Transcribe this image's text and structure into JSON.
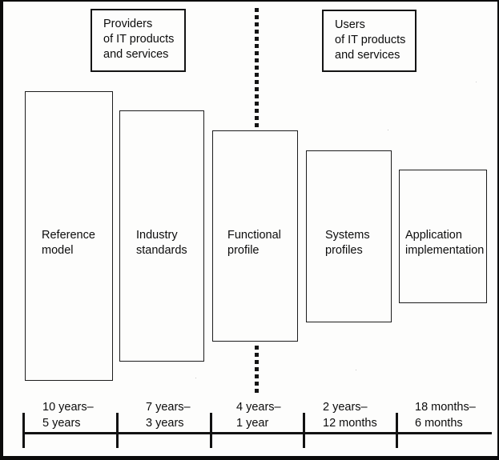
{
  "figure": {
    "title_semantic": "IT standardization lifecycle diagram",
    "colors": {
      "ink": "#0c0c0c",
      "background": "#fdfdfc"
    },
    "top_boxes": {
      "providers": {
        "lines": [
          "Providers",
          "of IT products",
          "and services"
        ]
      },
      "users": {
        "lines": [
          "Users",
          "of IT products",
          "and services"
        ]
      }
    },
    "stage_boxes": [
      {
        "id": "reference-model",
        "lines": [
          "Reference",
          "model"
        ]
      },
      {
        "id": "industry-standards",
        "lines": [
          "Industry",
          "standards"
        ]
      },
      {
        "id": "functional-profile",
        "lines": [
          "Functional",
          "profile"
        ]
      },
      {
        "id": "systems-profiles",
        "lines": [
          "Systems",
          "profiles"
        ]
      },
      {
        "id": "application-implementation",
        "lines": [
          "Application",
          "implementation"
        ]
      }
    ],
    "timeline": {
      "ranges": [
        {
          "lines": [
            "10 years–",
            "5 years"
          ]
        },
        {
          "lines": [
            "7 years–",
            "3 years"
          ]
        },
        {
          "lines": [
            "4 years–",
            "1 year"
          ]
        },
        {
          "lines": [
            "2 years–",
            "12 months"
          ]
        },
        {
          "lines": [
            "18 months–",
            "6 months"
          ]
        }
      ]
    }
  }
}
